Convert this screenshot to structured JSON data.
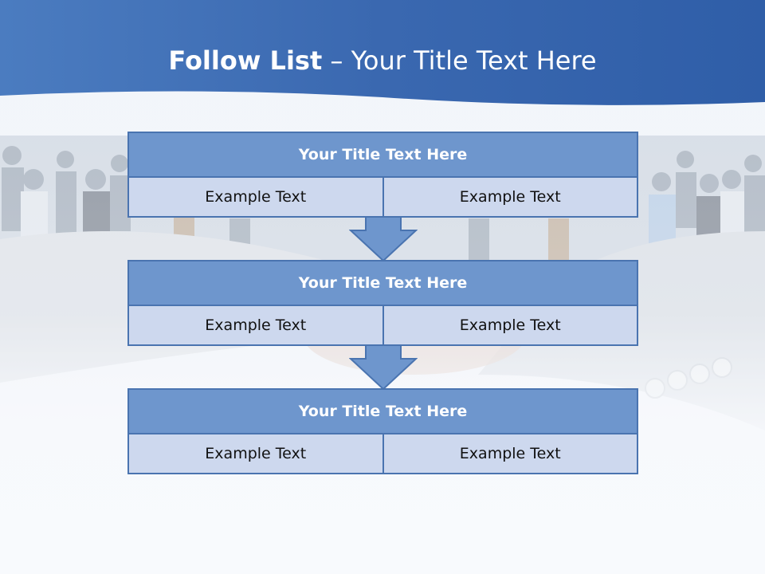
{
  "slide": {
    "title_bold": "Follow List",
    "title_rest": " – Your Title Text Here"
  },
  "steps": [
    {
      "title": "Your Title Text Here",
      "left": "Example Text",
      "right": "Example Text"
    },
    {
      "title": "Your Title Text Here",
      "left": "Example Text",
      "right": "Example Text"
    },
    {
      "title": "Your Title Text Here",
      "left": "Example Text",
      "right": "Example Text"
    }
  ],
  "colors": {
    "header_blue": "#3f6fb6",
    "box_header": "#6e96cd",
    "box_cell": "#cdd8ee",
    "box_border": "#4a74b0",
    "arrow_fill": "#6e96cd"
  }
}
